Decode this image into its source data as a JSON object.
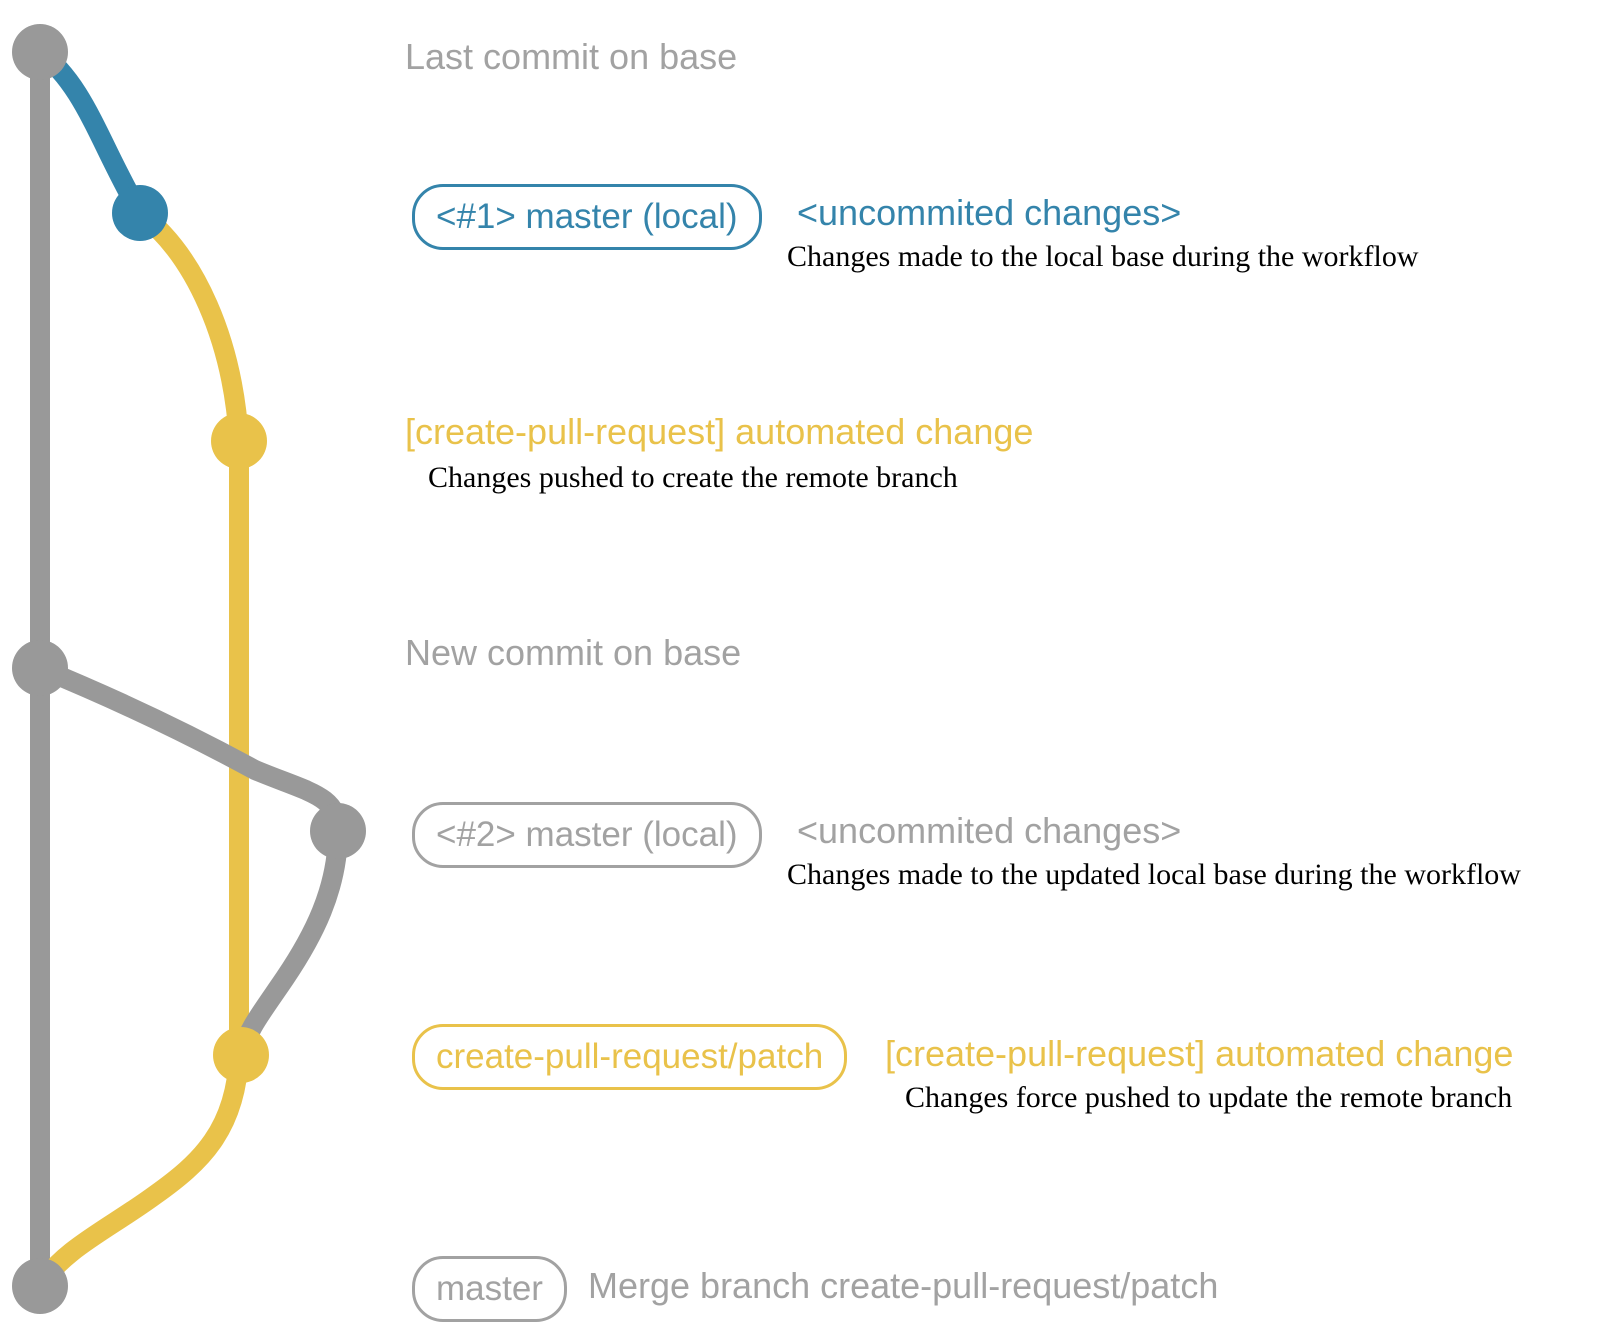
{
  "colors": {
    "gray_branch": "#999999",
    "gray_text": "#a2a2a2",
    "blue": "#3484ab",
    "yellow": "#e9c24a",
    "black": "#000000"
  },
  "graph": {
    "type": "git-graph",
    "branches": [
      {
        "name": "base (master remote)",
        "color": "#999999"
      },
      {
        "name": "master (local) #1",
        "color": "#3484ab"
      },
      {
        "name": "create-pull-request/patch",
        "color": "#e9c24a"
      },
      {
        "name": "master (local) #2",
        "color": "#999999"
      }
    ],
    "commits": [
      {
        "id": "last-commit-on-base",
        "branch": "base",
        "color": "#999999"
      },
      {
        "id": "uncommited-changes-1",
        "branch": "master (local) #1",
        "color": "#3484ab"
      },
      {
        "id": "automated-change-1",
        "branch": "create-pull-request/patch",
        "color": "#e9c24a"
      },
      {
        "id": "new-commit-on-base",
        "branch": "base",
        "color": "#999999"
      },
      {
        "id": "uncommited-changes-2",
        "branch": "master (local) #2",
        "color": "#999999"
      },
      {
        "id": "automated-change-2",
        "branch": "create-pull-request/patch",
        "color": "#e9c24a"
      },
      {
        "id": "merge-commit",
        "branch": "base",
        "color": "#999999"
      }
    ]
  },
  "annotations": {
    "last_commit_label": "Last commit on base",
    "row1": {
      "badge": "<#1> master (local)",
      "side": "<uncommited changes>",
      "caption": "Changes made to the local base during the workflow"
    },
    "row2": {
      "heading": "[create-pull-request] automated change",
      "caption": "Changes pushed to create the remote branch"
    },
    "new_commit_label": "New commit on base",
    "row3": {
      "badge": "<#2> master (local)",
      "side": "<uncommited changes>",
      "caption": "Changes made to the updated local base during the workflow"
    },
    "row4": {
      "badge": "create-pull-request/patch",
      "side": "[create-pull-request] automated change",
      "caption": "Changes force pushed to update the remote branch"
    },
    "row5": {
      "badge": "master",
      "side": "Merge branch create-pull-request/patch"
    }
  }
}
